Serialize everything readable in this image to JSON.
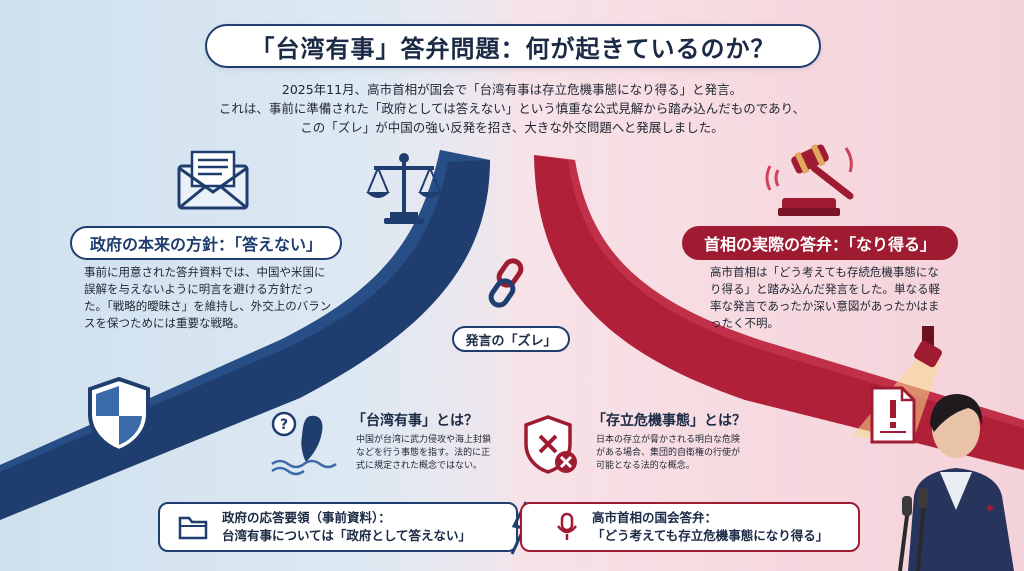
{
  "title": "「台湾有事」答弁問題：何が起きているのか？",
  "intro": {
    "line1": "2025年11月、高市首相が国会で「台湾有事は存立危機事態になり得る」と発言。",
    "line2": "これは、事前に準備された「政府としては答えない」という慎重な公式見解から踏み込んだものであり、",
    "line3": "この「ズレ」が中国の強い反発を招き、大きな外交問題へと発展しました。"
  },
  "left": {
    "heading": "政府の本来の方針：「答えない」",
    "paragraph": "事前に用意された答弁資料では、中国や米国に誤解を与えないように明言を避ける方針だった。「戦略的曖昧さ」を維持し、外交上のバランスを保つためには重要な戦略。"
  },
  "right": {
    "heading": "首相の実際の答弁：「なり得る」",
    "paragraph": "高市首相は「どう考えても存続危機事態になり得る」と踏み込んだ発言をした。単なる軽率な発言であったか深い意図があったかはまったく不明。"
  },
  "zure_label": "発言の「ズレ」",
  "definitions": {
    "taiwan": {
      "title": "「台湾有事」とは？",
      "text": "中国が台湾に武力侵攻や海上封鎖などを行う事態を指す。法的に正式に規定された概念ではない。"
    },
    "sonritsu": {
      "title": "「存立危機事態」とは？",
      "text": "日本の存立が脅かされる明白な危険がある場合、集団的自衛権の行使が可能となる法的な概念。"
    }
  },
  "bottom": {
    "left_line1": "政府の応答要領（事前資料）：",
    "left_line2": "台湾有事については「政府として答えない」",
    "right_line1": "高市首相の国会答弁：",
    "right_line2": "「どう考えても存立危機事態になり得る」"
  },
  "colors": {
    "navy": "#1f3d6e",
    "crimson": "#9e1b32",
    "left_bg": "#d6e5f1",
    "right_bg": "#f5dae1"
  },
  "icons": [
    "envelope-icon",
    "scales-icon",
    "shield-icon",
    "taiwan-question-icon",
    "broken-link-icon",
    "gavel-icon",
    "spotlight-icon",
    "warning-document-icon",
    "warning-shield-icon",
    "folder-icon",
    "microphone-icon"
  ]
}
